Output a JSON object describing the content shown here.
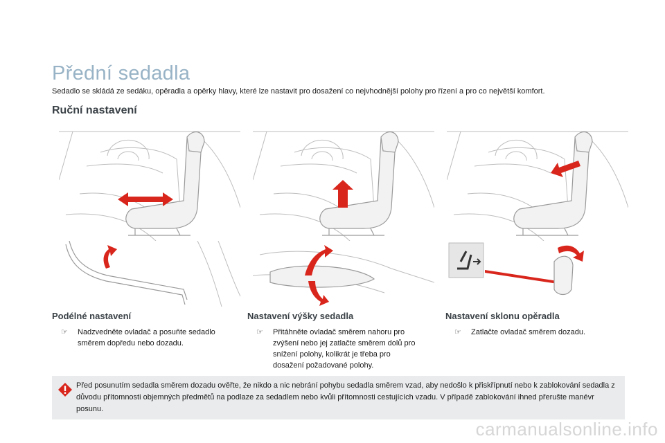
{
  "page": {
    "title": "Přední sedadla",
    "intro": "Sedadlo se skládá ze sedáku, opěradla a opěrky hlavy, které lze nastavit pro dosažení co nejvhodnější polohy pro řízení a pro co největší komfort.",
    "subtitle": "Ruční nastavení"
  },
  "sections": [
    {
      "title": "Podélné nastavení",
      "bullet_icon": "pointing-hand-icon",
      "bullet_mark": "☞",
      "text": "Nadzvedněte ovladač a posuňte sedadlo směrem dopředu nebo dozadu."
    },
    {
      "title": "Nastavení výšky sedadla",
      "bullet_icon": "pointing-hand-icon",
      "bullet_mark": "☞",
      "text": "Přitáhněte ovladač směrem nahoru pro zvýšení nebo jej zatlačte směrem dolů pro snížení polohy, kolikrát je třeba pro dosažení požadované polohy."
    },
    {
      "title": "Nastavení sklonu opěradla",
      "bullet_icon": "pointing-hand-icon",
      "bullet_mark": "☞",
      "text": "Zatlačte ovladač směrem dozadu."
    }
  ],
  "warning": {
    "icon": "warning-icon",
    "text": "Před posunutím sedadla směrem dozadu ověřte, že nikdo a nic nebrání pohybu sedadla směrem vzad, aby nedošlo k přiskřípnutí nebo k zablokování sedadla z důvodu přítomnosti objemných předmětů na podlaze za sedadlem nebo kvůli přítomnosti cestujících vzadu. V případě zablokování ihned přerušte manévr posunu."
  },
  "watermark": "carmanualsonline.info",
  "colors": {
    "title": "#98b3c6",
    "accent_red": "#d9261c",
    "note_bg": "#e9ebec"
  }
}
